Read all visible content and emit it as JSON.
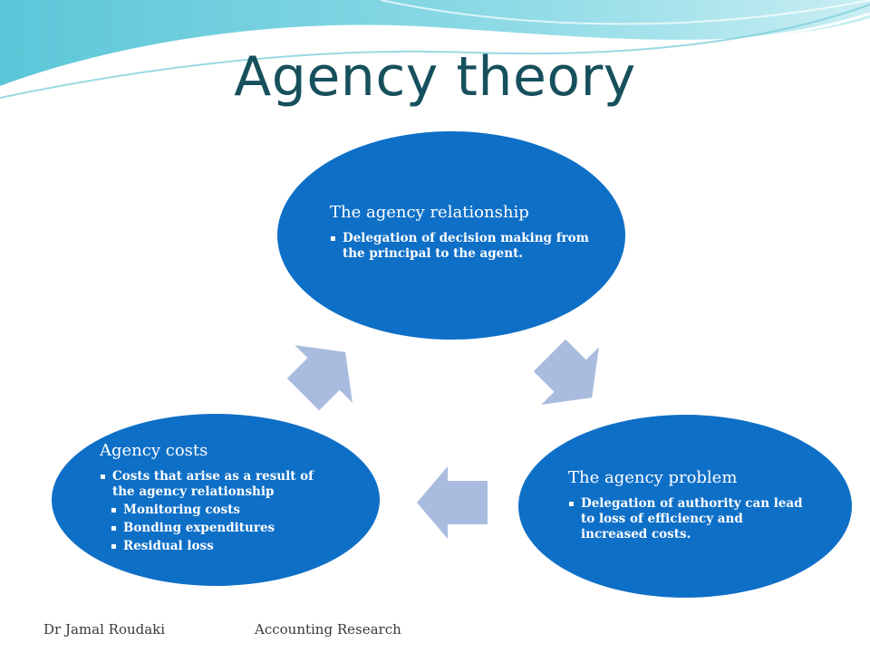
{
  "slide": {
    "title": "Agency theory",
    "accent": "#0e6fc7",
    "arrow_color": "#a9bcdf"
  },
  "nodes": {
    "relationship": {
      "title": "The agency relationship",
      "bullets": [
        "Delegation of decision making from the principal to the agent."
      ]
    },
    "problem": {
      "title": "The agency problem",
      "bullets": [
        "Delegation of authority can lead to loss of efficiency and increased costs."
      ]
    },
    "costs": {
      "title": "Agency costs",
      "bullets": [
        "Costs that arise as a result of the agency relationship"
      ],
      "sub_bullets": [
        "Monitoring costs",
        "Bonding expenditures",
        "Residual loss"
      ]
    }
  },
  "footer": {
    "author": "Dr Jamal Roudaki",
    "course": "Accounting Research"
  }
}
